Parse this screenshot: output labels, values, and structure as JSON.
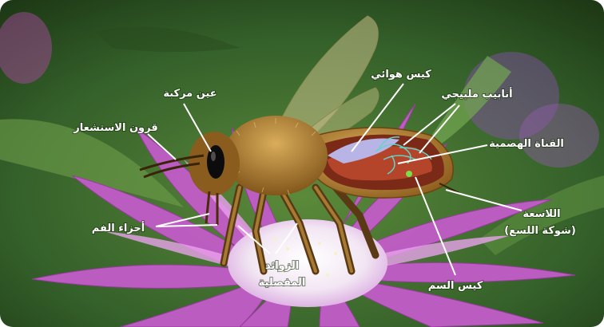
{
  "labels": {
    "compound_eye": "عين مركبة",
    "antennae": "قرون الاستشعار",
    "mouthparts": "أجزاء الفم",
    "jointed_appendages_1": "الزوائد",
    "jointed_appendages_2": "المفصلية",
    "air_sac": "كيس هوائي",
    "malpighian_tubules": "أنابيب ملبيجي",
    "digestive_tract": "القناة الهضمية",
    "stinger_1": "اللاسعة",
    "stinger_2": "(شوكة اللسع)",
    "venom_sac": "كيس السم"
  },
  "colors": {
    "background_dark": "#1e3a16",
    "background_mid": "#4b7a33",
    "petal": "#c25cc9",
    "petal_light": "#e9a3ec",
    "flower_center": "#f4eef6",
    "bee_body": "#a8782c",
    "bee_fur": "#caa050",
    "wing": "#c9c08a",
    "eye": "#0c0c0c",
    "gut": "#b5452a",
    "air_sac": "#b9b4e6",
    "tubules": "#5fd6c8",
    "label_text": "#ffffff"
  }
}
